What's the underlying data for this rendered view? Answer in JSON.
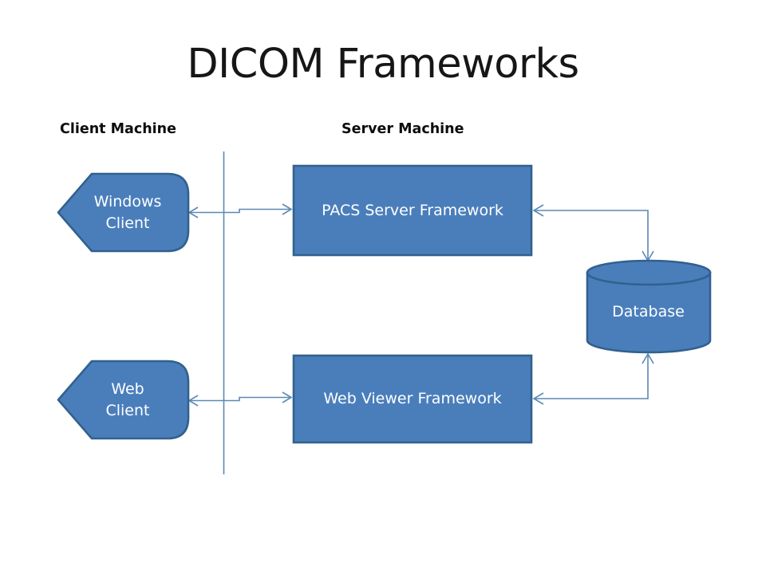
{
  "diagram": {
    "title": "DICOM Frameworks",
    "columns": [
      {
        "key": "client",
        "label": "Client Machine"
      },
      {
        "key": "server",
        "label": "Server Machine"
      }
    ],
    "palette": {
      "shape_fill": "#4A7EBB",
      "shape_stroke": "#31618E",
      "connector": "#5B89B5",
      "divider": "#5B89B5",
      "shape_text": "#FFFFFF",
      "title_text": "#161616",
      "heading_text": "#0D0D0D",
      "background": "#FFFFFF"
    },
    "nodes": [
      {
        "id": "windows-client",
        "label": "Windows\nClient",
        "shape": "pentagon-arrow-left",
        "column": "client"
      },
      {
        "id": "web-client",
        "label": "Web\nClient",
        "shape": "pentagon-arrow-left",
        "column": "client"
      },
      {
        "id": "pacs-server-framework",
        "label": "PACS Server Framework",
        "shape": "rectangle",
        "column": "server"
      },
      {
        "id": "web-viewer-framework",
        "label": "Web Viewer Framework",
        "shape": "rectangle",
        "column": "server"
      },
      {
        "id": "database",
        "label": "Database",
        "shape": "cylinder",
        "column": "server"
      }
    ],
    "connectors": [
      {
        "id": "windows-client-to-pacs",
        "from": "windows-client",
        "to": "pacs-server-framework",
        "style": "stepped-line",
        "arrows": "both"
      },
      {
        "id": "pacs-to-database",
        "from": "pacs-server-framework",
        "to": "database",
        "style": "elbow",
        "arrows": "both"
      },
      {
        "id": "web-client-to-web-viewer",
        "from": "web-client",
        "to": "web-viewer-framework",
        "style": "stepped-line",
        "arrows": "both"
      },
      {
        "id": "database-to-web-viewer",
        "from": "database",
        "to": "web-viewer-framework",
        "style": "elbow",
        "arrows": "both"
      }
    ],
    "divider": {
      "id": "machine-boundary",
      "orientation": "vertical",
      "separates": [
        "client",
        "server"
      ]
    }
  }
}
